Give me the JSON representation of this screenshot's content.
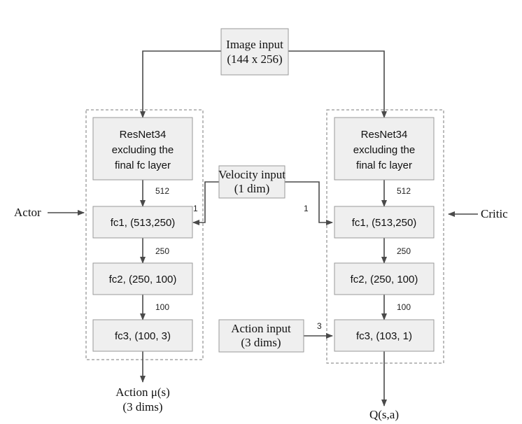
{
  "image_input": {
    "line1": "Image input",
    "line2": "(144 x 256)"
  },
  "velocity_input": {
    "line1": "Velocity input",
    "line2": "(1 dim)"
  },
  "action_input": {
    "line1": "Action input",
    "line2": "(3 dims)"
  },
  "actor": {
    "label": "Actor",
    "resnet": [
      "ResNet34",
      "excluding the",
      "final fc layer"
    ],
    "fc1": "fc1, (513,250)",
    "fc2": "fc2, (250, 100)",
    "fc3": "fc3, (100, 3)",
    "edge_resnet_fc1": "512",
    "edge_velocity_fc1": "1",
    "edge_fc1_fc2": "250",
    "edge_fc2_fc3": "100",
    "output_line1": "Action μ(s)",
    "output_line2": "(3 dims)"
  },
  "critic": {
    "label": "Critic",
    "resnet": [
      "ResNet34",
      "excluding the",
      "final fc layer"
    ],
    "fc1": "fc1, (513,250)",
    "fc2": "fc2, (250, 100)",
    "fc3": "fc3, (103, 1)",
    "edge_resnet_fc1": "512",
    "edge_velocity_fc1": "1",
    "edge_fc1_fc2": "250",
    "edge_fc2_fc3": "100",
    "edge_action_fc3": "3",
    "output": "Q(s,a)"
  }
}
